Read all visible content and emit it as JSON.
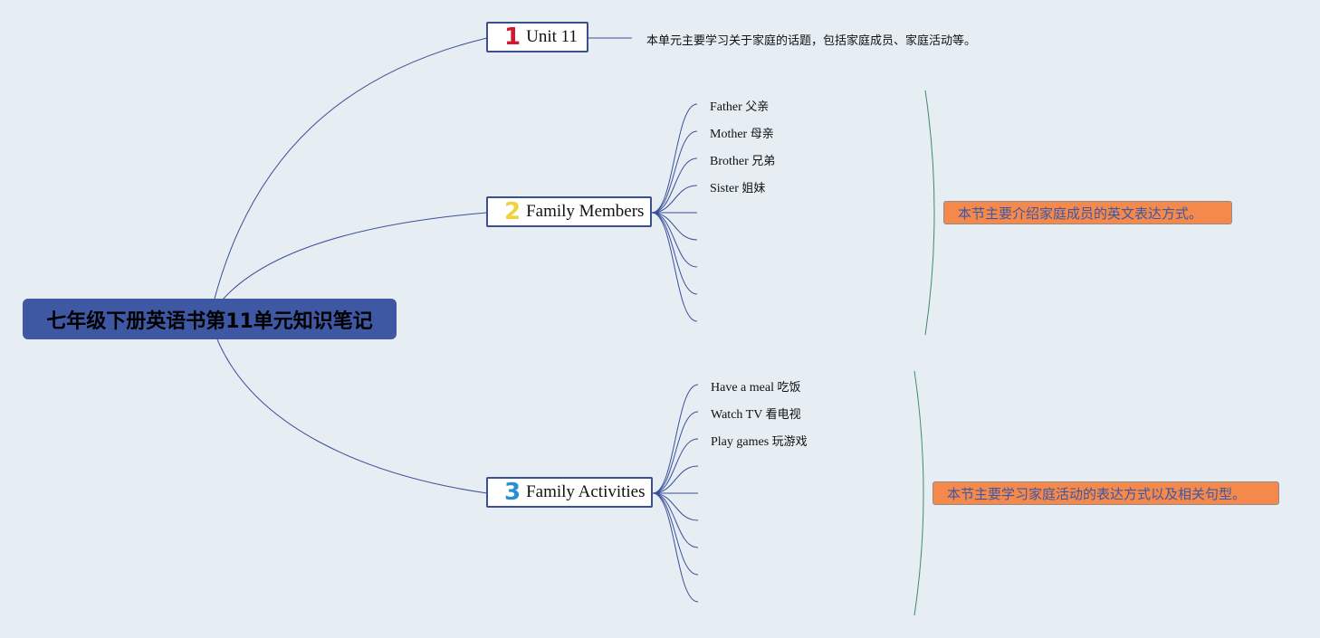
{
  "root": {
    "title": "七年级下册英语书第11单元知识笔记"
  },
  "topics": [
    {
      "number": "1",
      "number_color": "#d4182f",
      "label": "Unit 11",
      "description": "本单元主要学习关于家庭的话题，包括家庭成员、家庭活动等。"
    },
    {
      "number": "2",
      "number_color": "#f2d13b",
      "label": "Family Members",
      "items": [
        {
          "en": "Father",
          "zh": "父亲"
        },
        {
          "en": "Mother",
          "zh": "母亲"
        },
        {
          "en": "Brother",
          "zh": "兄弟"
        },
        {
          "en": "Sister",
          "zh": "姐妹"
        }
      ],
      "note": "本节主要介绍家庭成员的英文表达方式。"
    },
    {
      "number": "3",
      "number_color": "#2a8fd1",
      "label": "Family Activities",
      "items": [
        {
          "en": "Have a meal",
          "zh": "吃饭"
        },
        {
          "en": "Watch TV",
          "zh": "看电视"
        },
        {
          "en": "Play games",
          "zh": "玩游戏"
        }
      ],
      "note": "本节主要学习家庭活动的表达方式以及相关句型。"
    }
  ],
  "colors": {
    "background": "#e6eef3",
    "root_fill": "#3f58a3",
    "link_line": "#3c4f9a",
    "summary_bracket": "#3e8a6a",
    "note_fill": "#f4894b",
    "note_text": "#3d57a6"
  }
}
